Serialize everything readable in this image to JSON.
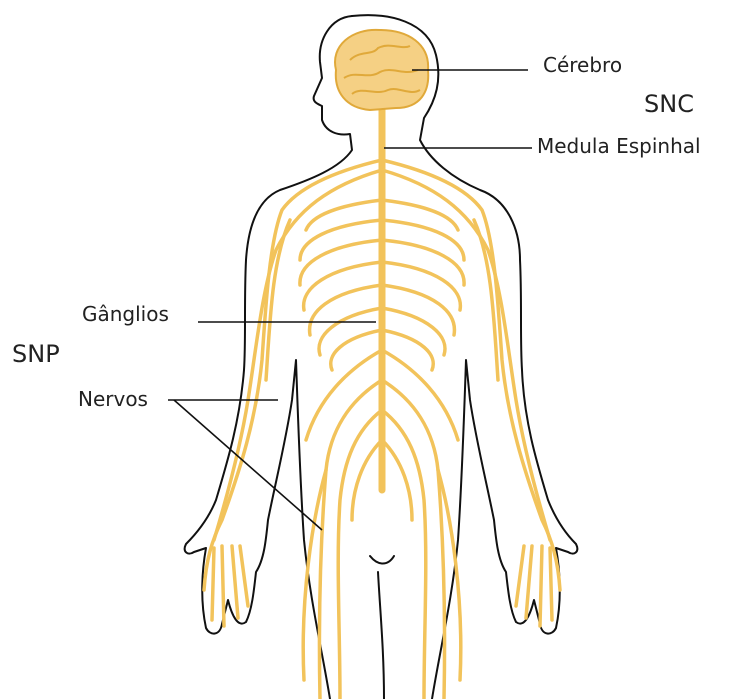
{
  "diagram": {
    "labels": {
      "cerebro": "Cérebro",
      "snc": "SNC",
      "medula": "Medula Espinhal",
      "ganglios": "Gânglios",
      "snp": "SNP",
      "nervos": "Nervos"
    },
    "colors": {
      "nerve": "#F2C35B",
      "brain": "#F5D084",
      "outline": "#111111",
      "leader_line": "#111111"
    }
  }
}
